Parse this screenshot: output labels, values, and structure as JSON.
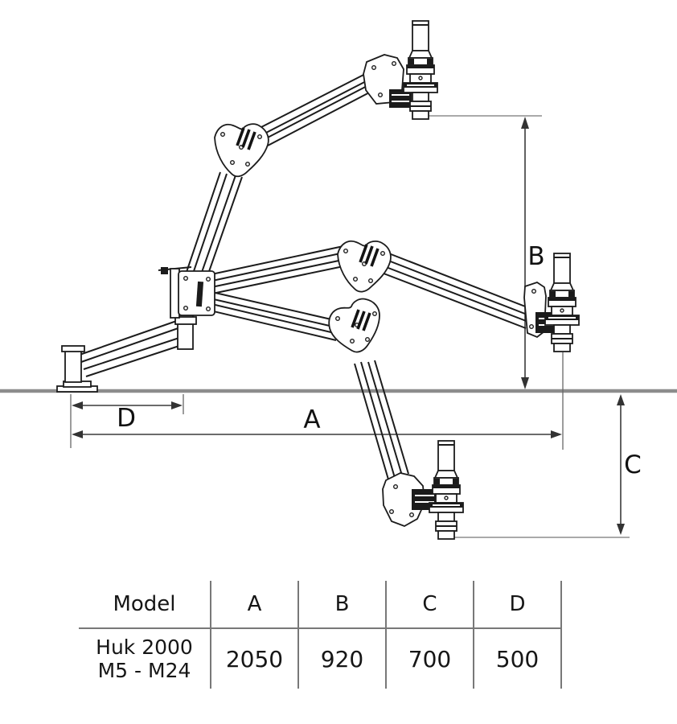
{
  "diagram": {
    "labels": {
      "a": "A",
      "b": "B",
      "c": "C",
      "d": "D"
    }
  },
  "table": {
    "headers": [
      "Model",
      "A",
      "B",
      "C",
      "D"
    ],
    "row": {
      "model_line1": "Huk 2000",
      "model_line2": "M5 - M24",
      "values": [
        "2050",
        "920",
        "700",
        "500"
      ]
    }
  },
  "dimensions_mm": {
    "A": 2050,
    "B": 920,
    "C": 700,
    "D": 500
  },
  "model": "Huk 2000 M5 - M24",
  "colors": {
    "line": "#1c1c1c",
    "ground": "#8d8d8d",
    "dimension": "#3a3a3a",
    "table_line": "#787878",
    "background": "#ffffff"
  }
}
